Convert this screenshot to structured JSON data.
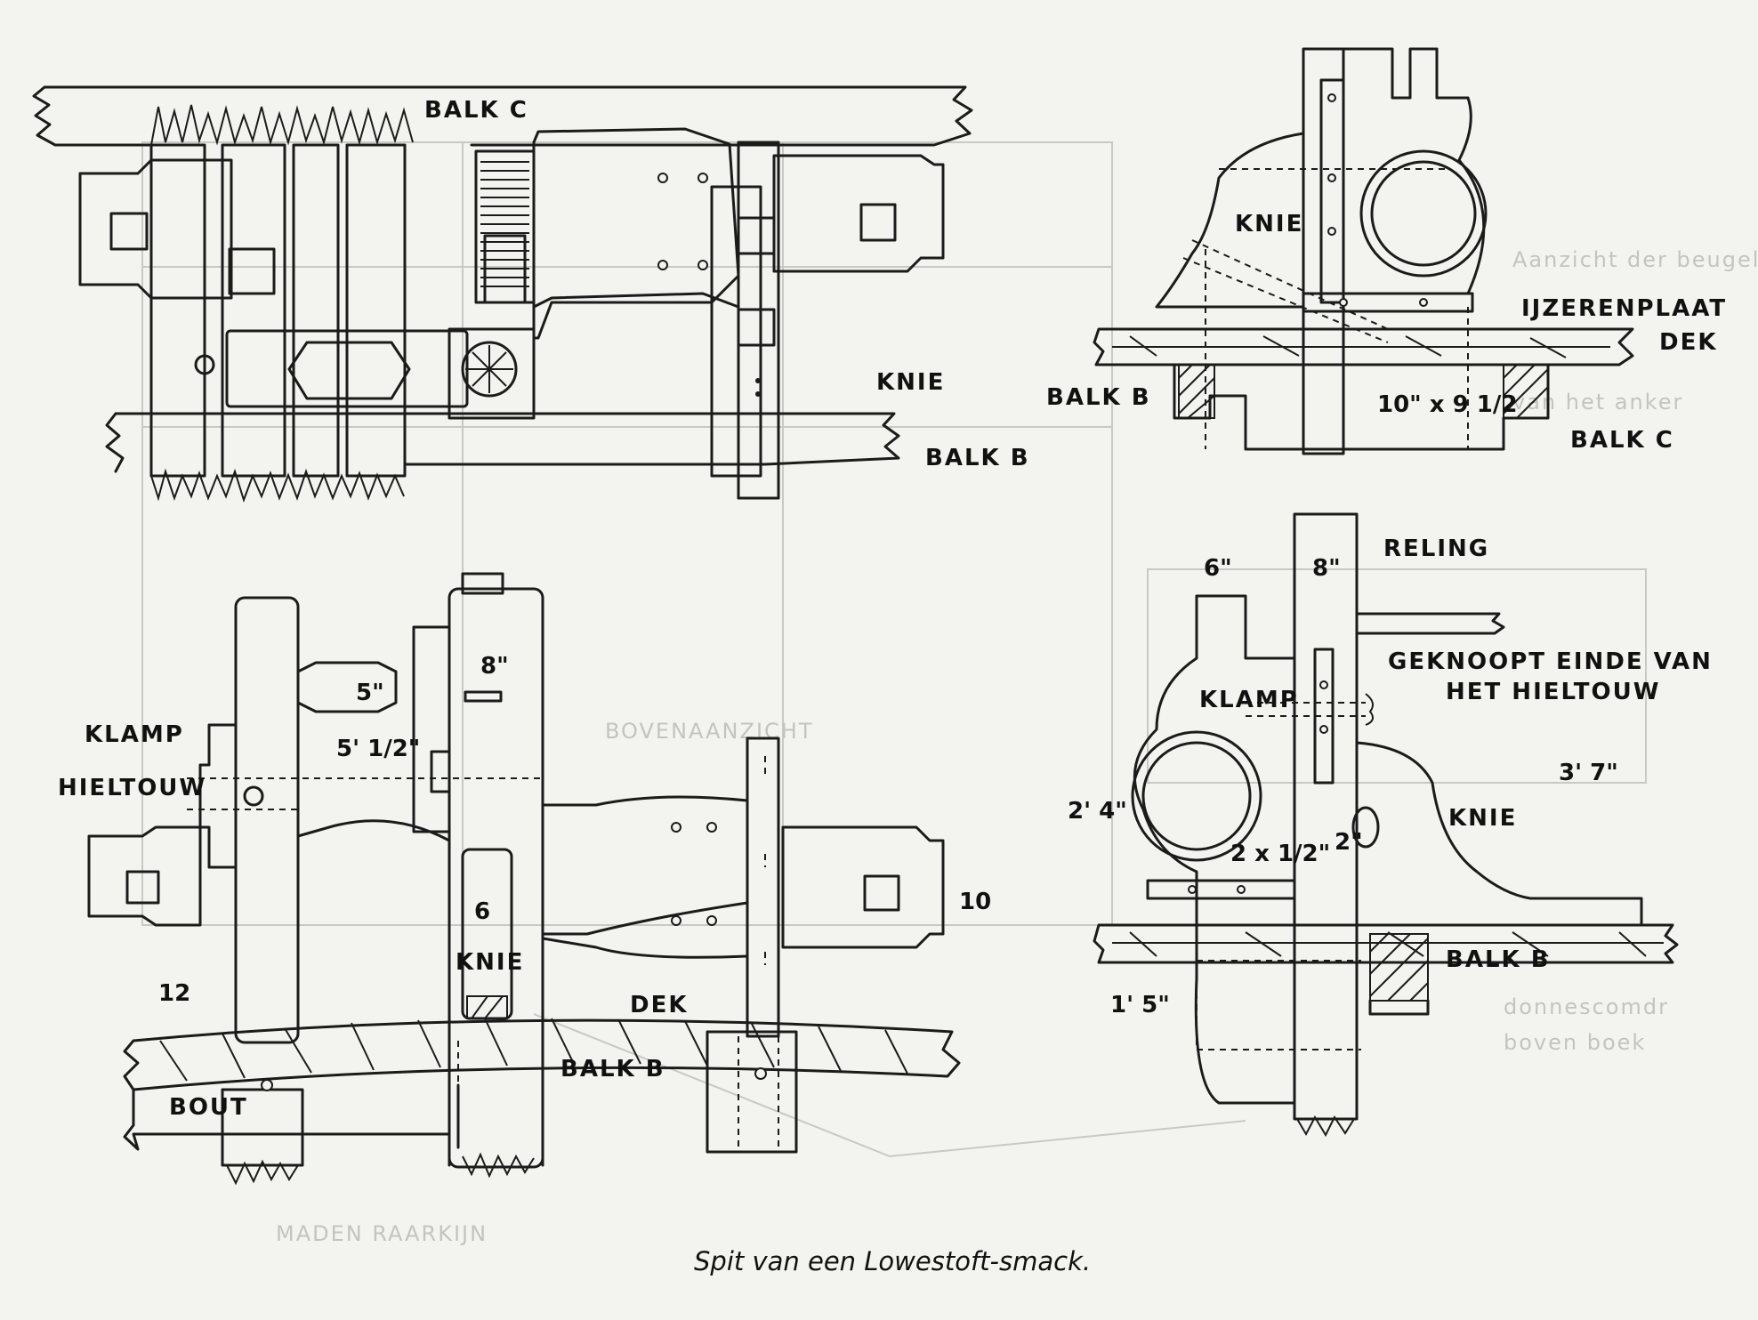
{
  "caption": "Spit van een Lowestoft-smack.",
  "top_left_view": {
    "labels": {
      "balk_c": "BALK C",
      "knie": "KNIE",
      "balk_b": "BALK B"
    }
  },
  "top_right_view": {
    "labels": {
      "knie": "KNIE",
      "ijzerenplaat": "IJZERENPLAAT",
      "dek": "DEK",
      "balk_b": "BALK B",
      "balk_c": "BALK C",
      "dim_section": "10\" x 9 1/2"
    }
  },
  "bottom_left_view": {
    "labels": {
      "klamp": "KLAMP",
      "hieltouw": "HIELTOUW",
      "knie": "KNIE",
      "dek": "DEK",
      "balk_b": "BALK B",
      "bout": "BOUT"
    },
    "dimensions": {
      "d1": "5\"",
      "d2": "5' 1/2\"",
      "d3": "8\"",
      "d4": "6",
      "d5": "12",
      "d6": "10"
    }
  },
  "bottom_right_view": {
    "labels": {
      "reling": "RELING",
      "geknoopt_1": "GEKNOOPT EINDE VAN",
      "geknoopt_2": "HET HIELTOUW",
      "klamp": "KLAMP",
      "knie": "KNIE",
      "balk_b": "BALK B"
    },
    "dimensions": {
      "d1": "6\"",
      "d2": "8\"",
      "d3": "3' 7\"",
      "d4": "2' 4\"",
      "d5": "2 x 1/2\"",
      "d6": "2\"",
      "d7": "1' 5\""
    }
  }
}
